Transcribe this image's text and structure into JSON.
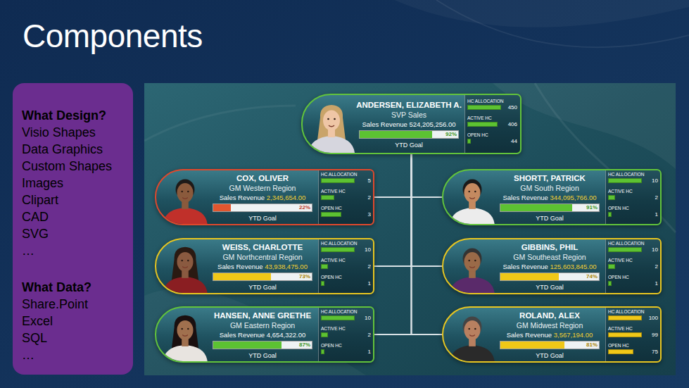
{
  "diagram": {
    "title": "Components",
    "nodes": [
      {
        "text": [
          "What Design?",
          "Visio Shapes",
          "Data Graphics",
          "Custom Shapes",
          "Images",
          "Clipart",
          "CAD",
          "SVG",
          "…",
          "What Data?",
          "Share.Point",
          "Excel",
          "SQL",
          "…"
        ]
      },
      {
        "text": [
          "ANDERSEN, ELIZABETH A.",
          "SVP Sales",
          "Sales Revenue",
          "524,205,256.00",
          "92%",
          "YTD Goal",
          "HC ALLOCATION",
          "450",
          "ACTIVE HC",
          "406",
          "OPEN HC",
          "44"
        ]
      },
      {
        "text": [
          "COX, OLIVER",
          "GM Western Region",
          "Sales Revenue",
          "2,345,654.00",
          "22%",
          "YTD Goal",
          "HC ALLOCATION",
          "5",
          "ACTIVE HC",
          "2",
          "OPEN HC",
          "3"
        ]
      },
      {
        "text": [
          "SHORTT, PATRICK",
          "GM South Region",
          "Sales Revenue",
          "344,095,766.00",
          "91%",
          "YTD Goal",
          "HC ALLOCATION",
          "10",
          "ACTIVE HC",
          "2",
          "OPEN HC",
          "1"
        ]
      },
      {
        "text": [
          "WEISS, CHARLOTTE",
          "GM Northcentral Region",
          "Sales Revenue",
          "43,938,475.00",
          "73%",
          "YTD Goal",
          "HC ALLOCATION",
          "10",
          "ACTIVE HC",
          "2",
          "OPEN HC",
          "1"
        ]
      },
      {
        "text": [
          "GIBBINS, PHIL",
          "GM Southeast Region",
          "Sales Revenue",
          "125,603,845.00",
          "74%",
          "YTD Goal",
          "HC ALLOCATION",
          "10",
          "ACTIVE HC",
          "2",
          "OPEN HC",
          "1"
        ]
      },
      {
        "text": [
          "HANSEN, ANNE GRETHE",
          "GM Eastern Region",
          "Sales Revenue",
          "4,654,322.00",
          "87%",
          "YTD Goal",
          "HC ALLOCATION",
          "10",
          "ACTIVE HC",
          "2",
          "OPEN HC",
          "1"
        ]
      },
      {
        "text": [
          "ROLAND, ALEX",
          "GM Midwest Region",
          "Sales Revenue",
          "3,567,194.00",
          "81%",
          "YTD Goal",
          "HC ALLOCATION",
          "100",
          "ACTIVE HC",
          "99",
          "OPEN HC",
          "75"
        ]
      }
    ],
    "edges": [
      {
        "from": 1,
        "to": 2,
        "arrow": "none"
      },
      {
        "from": 1,
        "to": 3,
        "arrow": "none"
      },
      {
        "from": 1,
        "to": 4,
        "arrow": "none"
      },
      {
        "from": 1,
        "to": 5,
        "arrow": "none"
      },
      {
        "from": 1,
        "to": 6,
        "arrow": "none"
      },
      {
        "from": 1,
        "to": 7,
        "arrow": "none"
      }
    ]
  }
}
